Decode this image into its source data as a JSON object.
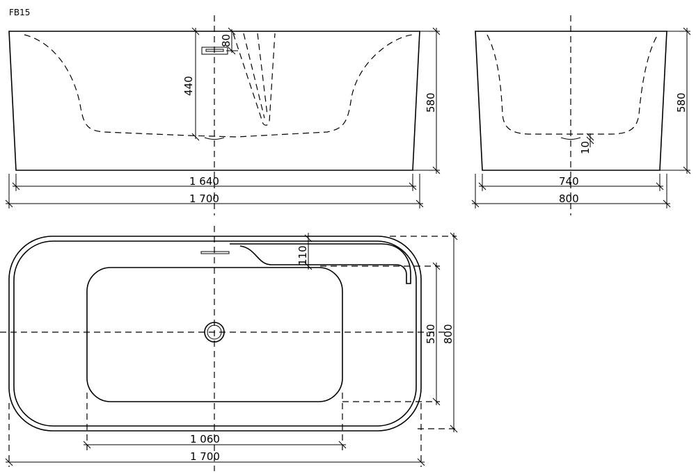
{
  "model_label": "FB15",
  "front_view": {
    "overflow_height": "80",
    "drain_to_overflow": "440",
    "height": "580",
    "inner_length": "1 640",
    "outer_length": "1 700"
  },
  "side_view": {
    "height": "580",
    "drain_offset": "10",
    "inner_width": "740",
    "outer_width": "800"
  },
  "plan_view": {
    "ledge_width": "110",
    "basin_width": "550",
    "outer_width": "800",
    "basin_length": "1 060",
    "outer_length": "1 700"
  }
}
